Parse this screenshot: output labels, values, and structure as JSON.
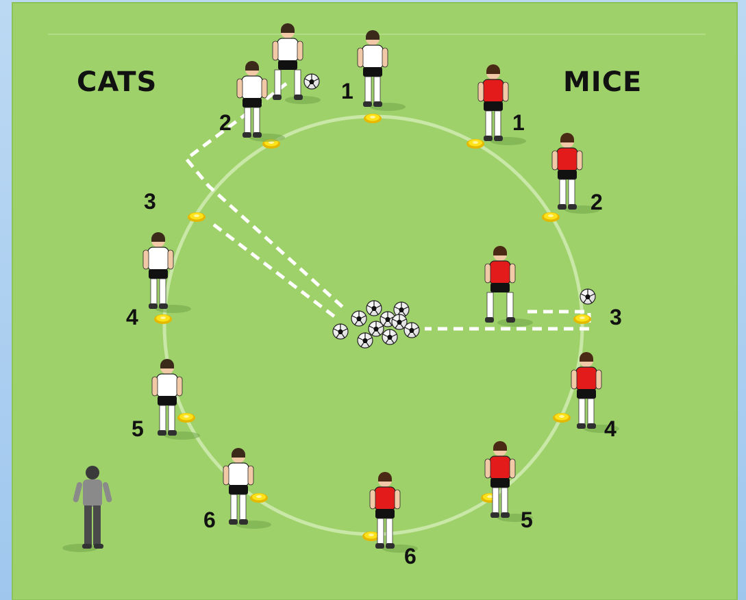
{
  "teams": {
    "cats": {
      "label": "CATS",
      "numbers": [
        "1",
        "2",
        "3",
        "4",
        "5",
        "6"
      ]
    },
    "mice": {
      "label": "MICE",
      "numbers": [
        "1",
        "2",
        "3",
        "4",
        "5",
        "6"
      ]
    }
  },
  "colors": {
    "pitch": "#9fd16a",
    "pitch_edge": "#8cc25a",
    "circle_line": "#c7e7a6",
    "cone": "#f3d500",
    "cats_shirt": "#ffffff",
    "mice_shirt": "#e31b1b",
    "shorts": "#111111",
    "coach": "#8a8a8a",
    "path": "#ffffff"
  },
  "icons": {
    "player": "player-figure-icon",
    "ball": "soccer-ball-icon",
    "cone": "cone-marker-icon",
    "coach": "coach-figure-icon"
  }
}
